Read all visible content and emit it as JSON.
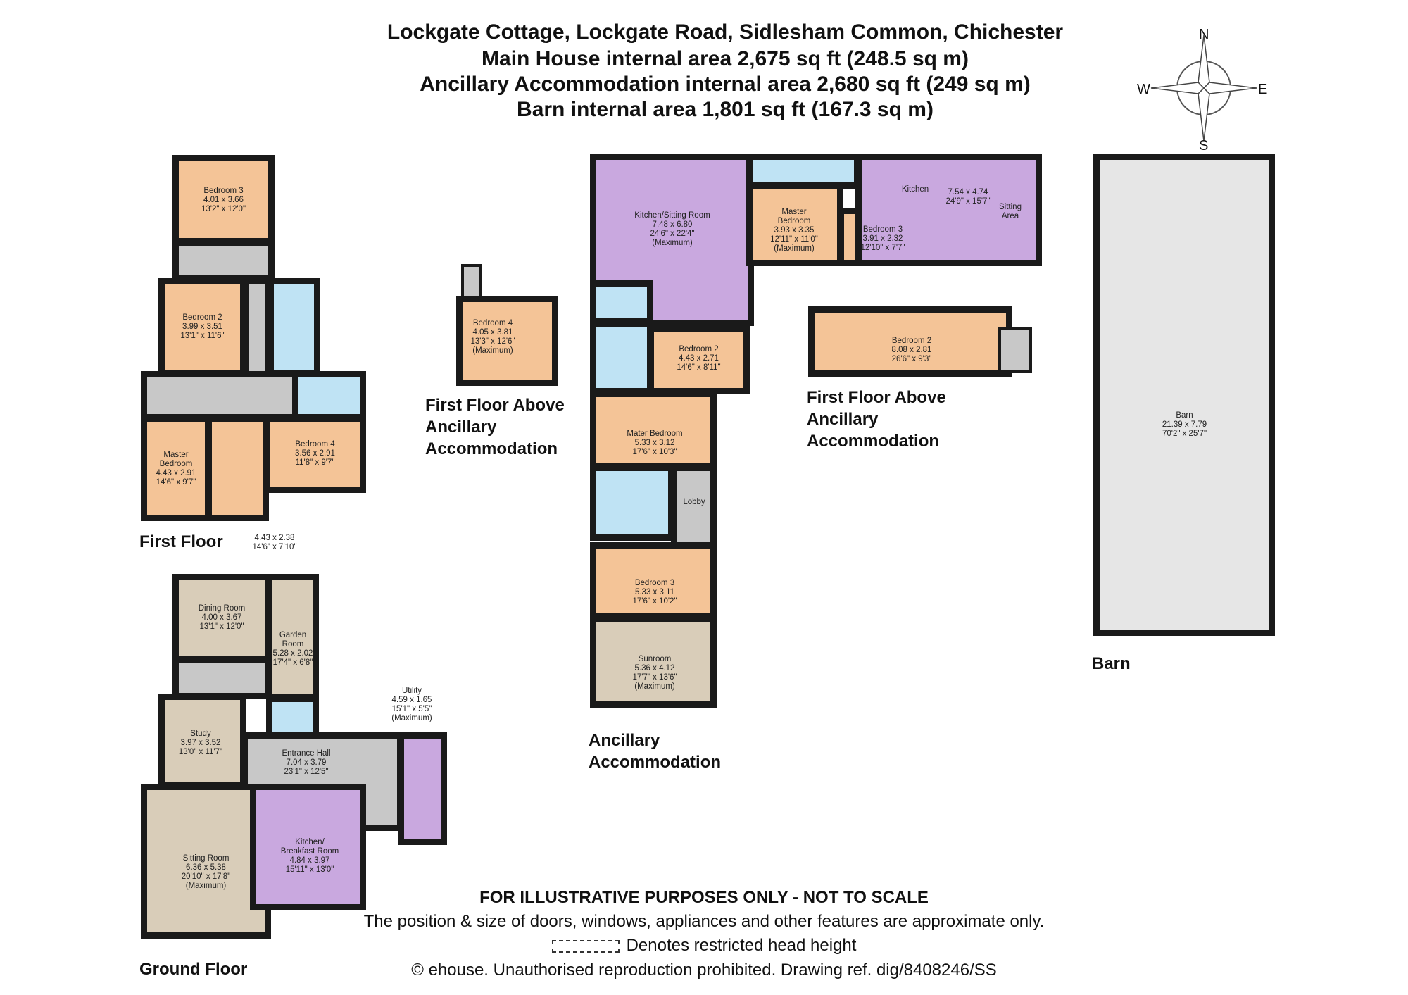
{
  "header": {
    "address": "Lockgate Cottage, Lockgate Road, Sidlesham Common, Chichester",
    "main_area": "Main House internal area 2,675 sq ft (248.5 sq m)",
    "ancillary_area": "Ancillary Accommodation internal area 2,680 sq ft (249 sq m)",
    "barn_area": "Barn internal area 1,801 sq ft (167.3 sq m)"
  },
  "compass": {
    "n": "N",
    "e": "E",
    "s": "S",
    "w": "W"
  },
  "colors": {
    "bedroom": "#f4c497",
    "kitchen": "#c9a8df",
    "circulation": "#c8c8c8",
    "reception": "#d9cdb9",
    "bathroom": "#bfe3f4",
    "walls": "#1a1a1a"
  },
  "sections": {
    "first_floor": "First Floor",
    "ground_floor": "Ground Floor",
    "first_floor_above_ancillary_1": "First Floor Above\nAncillary\nAccommodation",
    "first_floor_above_ancillary_2": "First Floor Above\nAncillary\nAccommodation",
    "ancillary": "Ancillary\nAccommodation",
    "barn": "Barn"
  },
  "first_floor_rooms": {
    "bedroom3": "Bedroom 3\n4.01 x 3.66\n13'2\" x 12'0\"",
    "bedroom2": "Bedroom 2\n3.99 x 3.51\n13'1\" x 11'6\"",
    "master": "Master\nBedroom\n4.43 x 2.91\n14'6\" x 9'7\"",
    "bedroom4": "Bedroom 4\n3.56 x 2.91\n11'8\" x 9'7\"",
    "dressing_dims": "4.43 x 2.38\n14'6\" x 7'10\""
  },
  "ground_floor_rooms": {
    "dining": "Dining Room\n4.00 x 3.67\n13'1\" x 12'0\"",
    "garden": "Garden\nRoom\n5.28 x 2.02\n17'4\" x 6'8\"",
    "study": "Study\n3.97 x 3.52\n13'0\" x 11'7\"",
    "entrance": "Entrance Hall\n7.04 x 3.79\n23'1\" x 12'5\"",
    "utility": "Utility\n4.59 x 1.65\n15'1\" x 5'5\"\n(Maximum)",
    "sitting": "Sitting Room\n6.36 x 5.38\n20'10\" x 17'8\"\n(Maximum)",
    "kitchen": "Kitchen/\nBreakfast Room\n4.84 x 3.97\n15'11\" x 13'0\""
  },
  "ancillary_rooms": {
    "kitchen_sitting": "Kitchen/Sitting Room\n7.48 x 6.80\n24'6\" x 22'4\"\n(Maximum)",
    "bedroom2": "Bedroom 2\n4.43 x 2.71\n14'6\" x 8'11\"",
    "mater": "Mater Bedroom\n5.33 x 3.12\n17'6\" x 10'3\"",
    "lobby": "Lobby",
    "bedroom3": "Bedroom 3\n5.33 x 3.11\n17'6\" x 10'2\"",
    "sunroom": "Sunroom\n5.36 x 4.12\n17'7\" x 13'6\"\n(Maximum)"
  },
  "annex_east": {
    "master": "Master\nBedroom\n3.93 x 3.35\n12'11\" x 11'0\"\n(Maximum)",
    "bedroom3": "Bedroom 3\n3.91 x 2.32\n12'10\" x 7'7\"",
    "kitchen_label": "Kitchen",
    "kitchen_dims": "7.54 x 4.74\n24'9\" x 15'7\"",
    "sitting_label": "Sitting\nArea"
  },
  "first_floor_above_rooms": {
    "bedroom4": "Bedroom 4\n4.05 x 3.81\n13'3\" x 12'6\"\n(Maximum)",
    "bedroom2": "Bedroom 2\n8.08 x 2.81\n26'6\" x 9'3\""
  },
  "barn_room": "Barn\n21.39 x 7.79\n70'2\" x 25'7\"",
  "disclaimer": {
    "line1": "FOR ILLUSTRATIVE PURPOSES ONLY - NOT TO SCALE",
    "line2": "The position & size of doors, windows, appliances and other features are approximate only.",
    "line3": "Denotes restricted head height",
    "line4": "© ehouse. Unauthorised reproduction prohibited. Drawing ref. dig/8408246/SS"
  }
}
